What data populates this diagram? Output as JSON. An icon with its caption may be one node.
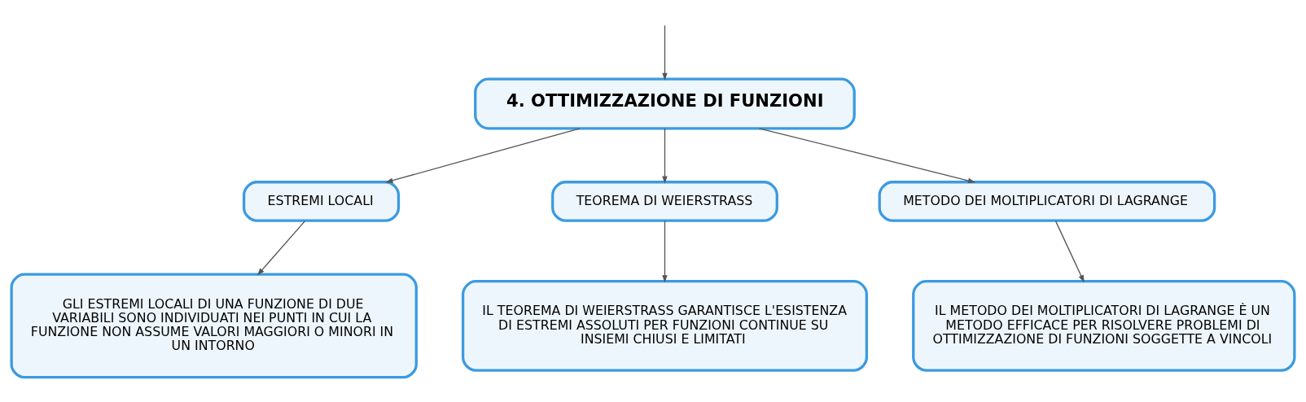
{
  "diagram": {
    "nodes": [
      {
        "text": [
          "4. OTTIMIZZAZIONE DI FUNZIONI"
        ]
      },
      {
        "text": [
          "ESTREMI LOCALI"
        ]
      },
      {
        "text": [
          "TEOREMA DI WEIERSTRASS"
        ]
      },
      {
        "text": [
          "METODO DEI MOLTIPLICATORI DI LAGRANGE"
        ]
      },
      {
        "text": [
          "GLI ESTREMI LOCALI DI UNA FUNZIONE DI DUE VARIABILI SONO INDIVIDUATI NEI PUNTI IN CUI LA FUNZIONE NON ASSUME VALORI MAGGIORI O MINORI IN UN INTORNO"
        ]
      },
      {
        "text": [
          "IL TEOREMA DI WEIERSTRASS GARANTISCE L'ESISTENZA DI ESTREMI ASSOLUTI PER FUNZIONI CONTINUE SU INSIEMI CHIUSI E LIMITATI"
        ]
      },
      {
        "text": [
          "IL METODO DEI MOLTIPLICATORI DI LAGRANGE È UN METODO EFFICACE PER RISOLVERE PROBLEMI DI OTTIMIZZAZIONE DI FUNZIONI SOGGETTE A VINCOLI"
        ]
      }
    ],
    "edges": [
      {
        "from": null,
        "to": 0,
        "arrow": "to"
      },
      {
        "from": 0,
        "to": 1,
        "arrow": "to"
      },
      {
        "from": 0,
        "to": 2,
        "arrow": "to"
      },
      {
        "from": 0,
        "to": 3,
        "arrow": "to"
      },
      {
        "from": 1,
        "to": 4,
        "arrow": "to"
      },
      {
        "from": 2,
        "to": 5,
        "arrow": "to"
      },
      {
        "from": 3,
        "to": 6,
        "arrow": "to"
      }
    ]
  }
}
